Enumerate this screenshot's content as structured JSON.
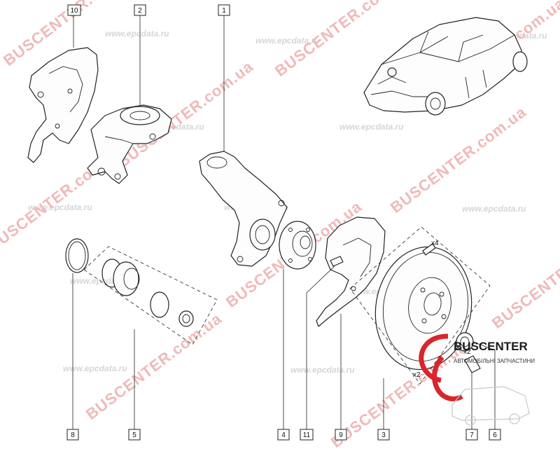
{
  "watermarks": {
    "site_a": "www.epcdata.ru",
    "site_b": "BUSCENTER.com.ua"
  },
  "callouts": {
    "c1": "1",
    "c2": "2",
    "c3": "3",
    "c4": "4",
    "c5": "5",
    "c6": "6",
    "c7": "7",
    "c8": "8",
    "c9": "9",
    "c10": "10",
    "c11": "11"
  },
  "quantities": {
    "bolt_top": "x4",
    "disc": "x2",
    "screw": "x2"
  },
  "logo": {
    "brand": "BUSCENTER",
    "tagline": "АВТОМОБІЛЬНІ ЗАПЧАСТИНИ"
  },
  "colors": {
    "watermark_red": "#f0b9b9",
    "logo_red": "#d9252b",
    "line": "#222222"
  }
}
